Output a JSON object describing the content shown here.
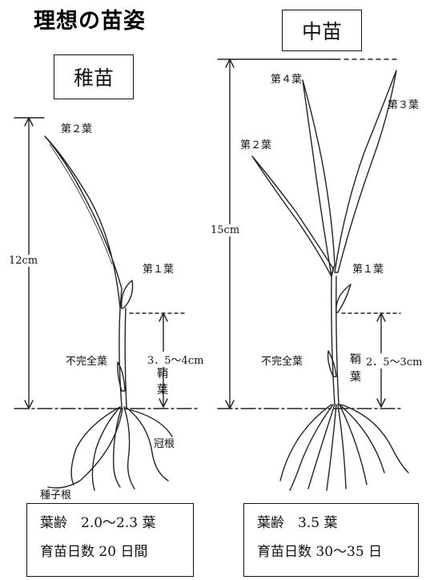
{
  "title": "理想の苗姿",
  "seedling_young": {
    "label": "稚苗",
    "leaf2": "第２葉",
    "leaf1": "第１葉",
    "height": "12cm",
    "incomplete_leaf": "不完全葉",
    "sheath_height": "3．5～4cm",
    "coleoptile_1": "鞘",
    "coleoptile_2": "葉",
    "crown_root": "冠根",
    "seminal_root": "種子根",
    "info_line1": "葉齢　2.0～2.3 葉",
    "info_line2": "育苗日数 20 日間"
  },
  "seedling_medium": {
    "label": "中苗",
    "leaf4": "第４葉",
    "leaf3": "第３葉",
    "leaf2": "第２葉",
    "leaf1": "第１葉",
    "height": "15cm",
    "incomplete_leaf": "不完全葉",
    "sheath_height": "2．5～3cm",
    "coleoptile_1": "鞘",
    "coleoptile_2": "葉",
    "info_line1": "葉齢　3.5 葉",
    "info_line2": "育苗日数 30～35 日"
  }
}
